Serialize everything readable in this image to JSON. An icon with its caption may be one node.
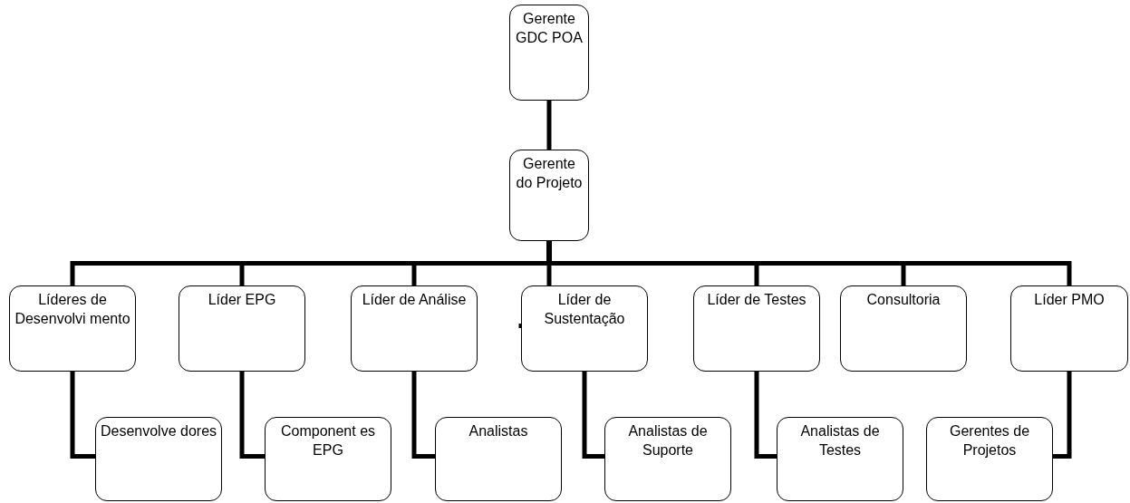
{
  "diagram": {
    "nodes": [
      {
        "text": [
          "Gerente GDC POA"
        ]
      },
      {
        "text": [
          "Gerente do Projeto"
        ]
      },
      {
        "text": [
          "Líderes de Desenvolvi mento"
        ]
      },
      {
        "text": [
          "Líder EPG"
        ]
      },
      {
        "text": [
          "Líder de Análise"
        ]
      },
      {
        "text": [
          "Líder de Sustentação"
        ]
      },
      {
        "text": [
          "Líder de Testes"
        ]
      },
      {
        "text": [
          "Consultoria"
        ]
      },
      {
        "text": [
          "Líder PMO"
        ]
      },
      {
        "text": [
          "Desenvolve dores"
        ]
      },
      {
        "text": [
          "Component es EPG"
        ]
      },
      {
        "text": [
          "Analistas"
        ]
      },
      {
        "text": [
          "Analistas de Suporte"
        ]
      },
      {
        "text": [
          "Analistas de Testes"
        ]
      },
      {
        "text": [
          "Gerentes de Projetos"
        ]
      }
    ],
    "edges": [
      {
        "from": 0,
        "to": 1,
        "arrow": "none"
      },
      {
        "from": 1,
        "to": 2,
        "arrow": "none"
      },
      {
        "from": 1,
        "to": 3,
        "arrow": "none"
      },
      {
        "from": 1,
        "to": 4,
        "arrow": "none"
      },
      {
        "from": 1,
        "to": 5,
        "arrow": "none"
      },
      {
        "from": 1,
        "to": 6,
        "arrow": "none"
      },
      {
        "from": 1,
        "to": 7,
        "arrow": "none"
      },
      {
        "from": 1,
        "to": 8,
        "arrow": "none"
      },
      {
        "from": 2,
        "to": 9,
        "arrow": "none"
      },
      {
        "from": 3,
        "to": 10,
        "arrow": "none"
      },
      {
        "from": 4,
        "to": 11,
        "arrow": "none"
      },
      {
        "from": 5,
        "to": 12,
        "arrow": "none"
      },
      {
        "from": 6,
        "to": 13,
        "arrow": "none"
      },
      {
        "from": 8,
        "to": 14,
        "arrow": "none"
      }
    ]
  }
}
